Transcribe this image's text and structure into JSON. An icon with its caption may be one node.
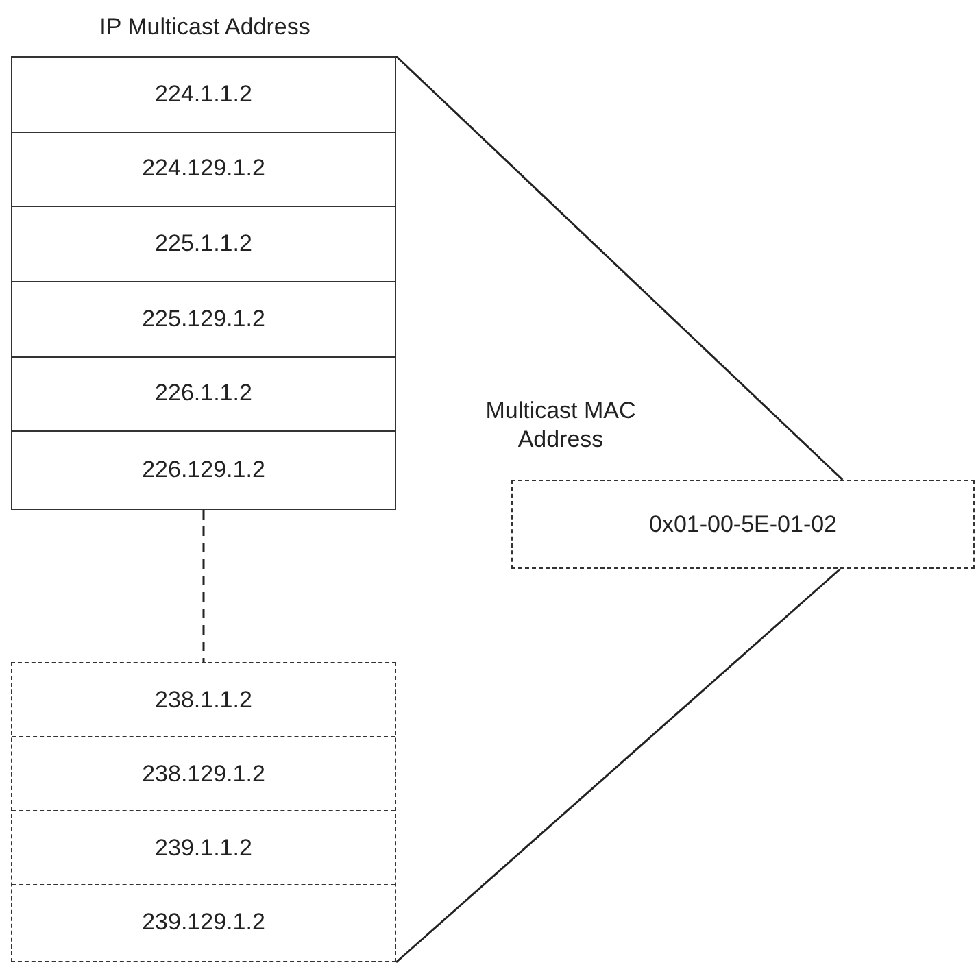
{
  "diagram": {
    "nodes": [
      {
        "text": [
          "IP Multicast Address"
        ]
      },
      {
        "text": [
          "224.1.1.2"
        ],
        "in": 0
      },
      {
        "text": [
          "224.129.1.2"
        ],
        "in": 0
      },
      {
        "text": [
          "225.1.1.2"
        ],
        "in": 0
      },
      {
        "text": [
          "225.129.1.2"
        ],
        "in": 0
      },
      {
        "text": [
          "226.1.1.2"
        ],
        "in": 0
      },
      {
        "text": [
          "226.129.1.2"
        ],
        "in": 0
      },
      {
        "text": [],
        "shape": "box"
      },
      {
        "text": [
          "238.1.1.2"
        ],
        "in": 7
      },
      {
        "text": [
          "238.129.1.2"
        ],
        "in": 7
      },
      {
        "text": [
          "239.1.1.2"
        ],
        "in": 7
      },
      {
        "text": [
          "239.129.1.2"
        ],
        "in": 7
      },
      {
        "text": [
          "Multicast MAC Address",
          "0x01-00-5E-01-02"
        ]
      }
    ],
    "edges": [
      {
        "from": 0,
        "to": 12,
        "arrow": "none"
      },
      {
        "from": 7,
        "to": 12,
        "arrow": "none"
      },
      {
        "from": 0,
        "to": 7,
        "arrow": "none",
        "style": "dashed"
      }
    ]
  }
}
